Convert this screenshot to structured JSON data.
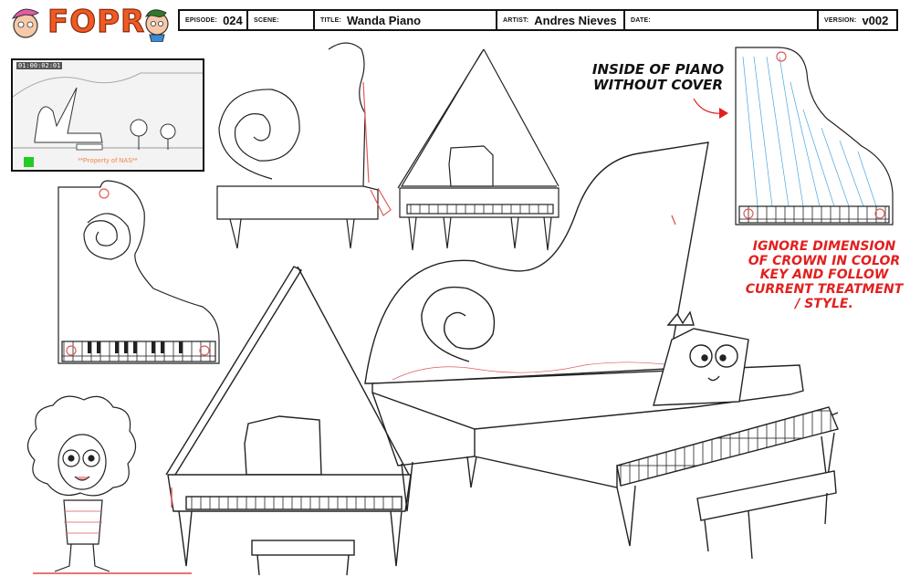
{
  "header": {
    "logo_text": "FOPR",
    "fields": [
      {
        "label": "EPISODE:",
        "value": "024"
      },
      {
        "label": "SCENE:",
        "value": ""
      },
      {
        "label": "TITLE:",
        "value": "Wanda Piano"
      },
      {
        "label": "ARTIST:",
        "value": "Andres Nieves"
      },
      {
        "label": "DATE:",
        "value": ""
      },
      {
        "label": "VERSION:",
        "value": "v002"
      }
    ]
  },
  "thumbnail": {
    "timecode": "01:00:02:01",
    "watermark": "**Property of NAS**"
  },
  "notes": {
    "inside": "Inside of piano without cover",
    "ignore": "Ignore dimension of crown in color key and follow current treatment / style."
  },
  "colors": {
    "line": "#222222",
    "red_note": "#e2201f",
    "construction": "#e05a5a",
    "strings": "#4aa3e0",
    "logo": "#ef5a24"
  }
}
